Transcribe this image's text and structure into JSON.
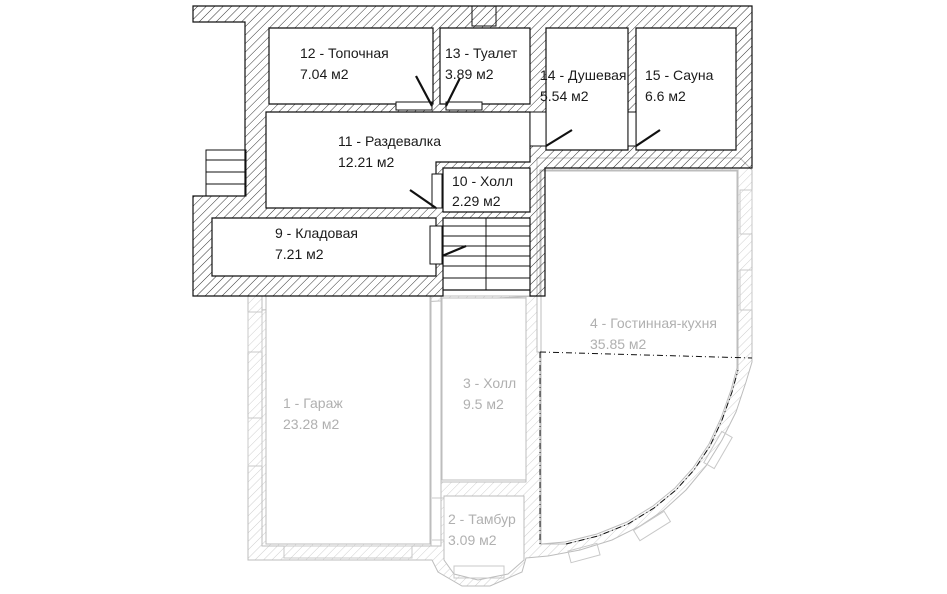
{
  "rooms_upper": [
    {
      "label": "12 - Топочная",
      "area": "7.04 м2"
    },
    {
      "label": "13 - Туалет",
      "area": "3.89 м2"
    },
    {
      "label": "14 - Душевая",
      "area": "5.54 м2"
    },
    {
      "label": "15 - Сауна",
      "area": "6.6 м2"
    },
    {
      "label": "11 - Раздевалка",
      "area": "12.21 м2"
    },
    {
      "label": "10 - Холл",
      "area": "2.29 м2"
    },
    {
      "label": "9 - Кладовая",
      "area": "7.21 м2"
    }
  ],
  "rooms_lower": [
    {
      "label": "4 - Гостинная-кухня",
      "area": "35.85 м2"
    },
    {
      "label": "3 - Холл",
      "area": "9.5 м2"
    },
    {
      "label": "1 - Гараж",
      "area": "23.28 м2"
    },
    {
      "label": "2 - Тамбур",
      "area": "3.09 м2"
    }
  ],
  "colors": {
    "upper_walls": "#111111",
    "lower_walls": "#bdbdbd",
    "faint_text": "#b0b0b0"
  }
}
